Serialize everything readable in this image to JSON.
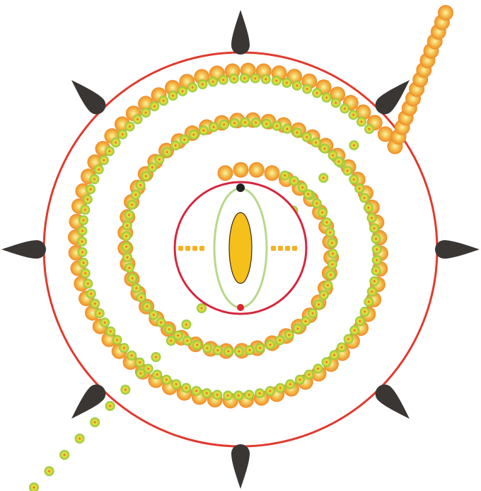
{
  "diagram": {
    "colors": {
      "background": "#ffffff",
      "outer_ring": "#e03a2e",
      "inner_ring": "#d7263d",
      "ellipse_outline": "#b8d88a",
      "core_fill": "#f6c01b",
      "core_stroke": "#3a2a10",
      "pole_top": "#222222",
      "pole_bottom": "#e0262e",
      "spike": "#3a3634",
      "dash": "#f4b223",
      "large_bead_edge": "#f08a24",
      "large_bead_mid": "#f4c453",
      "large_bead_center": "#f7f6a6",
      "small_bead_edge": "#8cc63f",
      "small_bead_mid": "#f1e23a",
      "small_bead_center": "#e2472d"
    },
    "parts": {
      "spike_icon": "teardrop-spike",
      "bead_chains": [
        "orange-bead-spiral",
        "green-bead-spiral"
      ]
    }
  }
}
